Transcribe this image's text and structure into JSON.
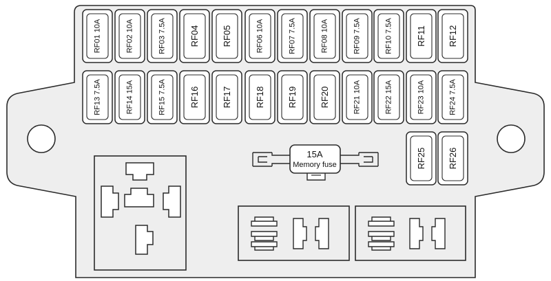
{
  "colors": {
    "panel_fill": "#eeeeee",
    "stroke": "#2a2a2a",
    "fuse_fill": "#ffffff",
    "background": "#ffffff"
  },
  "fuses": [
    {
      "id": "RF01",
      "label": "RF01 10A"
    },
    {
      "id": "RF02",
      "label": "RF02 10A"
    },
    {
      "id": "RF03",
      "label": "RF03 7.5A"
    },
    {
      "id": "RF04",
      "label": "RF04"
    },
    {
      "id": "RF05",
      "label": "RF05"
    },
    {
      "id": "RF06",
      "label": "RF06 10A"
    },
    {
      "id": "RF07",
      "label": "RF07 7.5A"
    },
    {
      "id": "RF08",
      "label": "RF08 10A"
    },
    {
      "id": "RF09",
      "label": "RF09 7.5A"
    },
    {
      "id": "RF10",
      "label": "RF10 7.5A"
    },
    {
      "id": "RF11",
      "label": "RF11"
    },
    {
      "id": "RF12",
      "label": "RF12"
    },
    {
      "id": "RF13",
      "label": "RF13 7.5A"
    },
    {
      "id": "RF14",
      "label": "RF14 15A"
    },
    {
      "id": "RF15",
      "label": "RF15 7.5A"
    },
    {
      "id": "RF16",
      "label": "RF16"
    },
    {
      "id": "RF17",
      "label": "RF17"
    },
    {
      "id": "RF18",
      "label": "RF18"
    },
    {
      "id": "RF19",
      "label": "RF19"
    },
    {
      "id": "RF20",
      "label": "RF20"
    },
    {
      "id": "RF21",
      "label": "RF21 10A"
    },
    {
      "id": "RF22",
      "label": "RF22 15A"
    },
    {
      "id": "RF23",
      "label": "RF23 10A"
    },
    {
      "id": "RF24",
      "label": "RF24 7.5A"
    },
    {
      "id": "RF25",
      "label": "RF25"
    },
    {
      "id": "RF26",
      "label": "RF26"
    }
  ],
  "memory_fuse": {
    "rating": "15A",
    "name": "Memory fuse"
  }
}
